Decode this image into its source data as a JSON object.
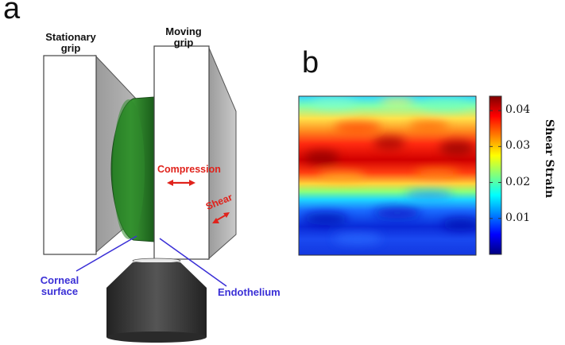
{
  "panel_a": {
    "letter": "a",
    "stationary_grip": [
      "Stationary",
      "grip"
    ],
    "moving_grip": [
      "Moving",
      "grip"
    ],
    "compression": "Compression",
    "shear": "Shear",
    "corneal_surface": [
      "Corneal",
      "surface"
    ],
    "endothelium": "Endothelium",
    "colors": {
      "tissue": "#2e8b2e",
      "arrow_red": "#e0231c",
      "pointer_blue": "#3a2fd6",
      "objective": "#3a3a3a"
    }
  },
  "panel_b": {
    "letter": "b",
    "colorbar": {
      "title": "Shear Strain",
      "ticks": [
        "0.04",
        "0.03",
        "0.02",
        "0.01"
      ],
      "tick_values": [
        0.04,
        0.03,
        0.02,
        0.01
      ],
      "range": [
        0.0,
        0.044
      ],
      "colormap": "jet"
    },
    "heatmap_rows_top_to_bottom": [
      {
        "band": "top",
        "shear_strain": 0.018
      },
      {
        "band": "upper-middle",
        "shear_strain": 0.035
      },
      {
        "band": "center",
        "shear_strain": 0.041
      },
      {
        "band": "below-center",
        "shear_strain": 0.025
      },
      {
        "band": "lower",
        "shear_strain": 0.008
      },
      {
        "band": "bottom",
        "shear_strain": 0.005
      }
    ]
  }
}
